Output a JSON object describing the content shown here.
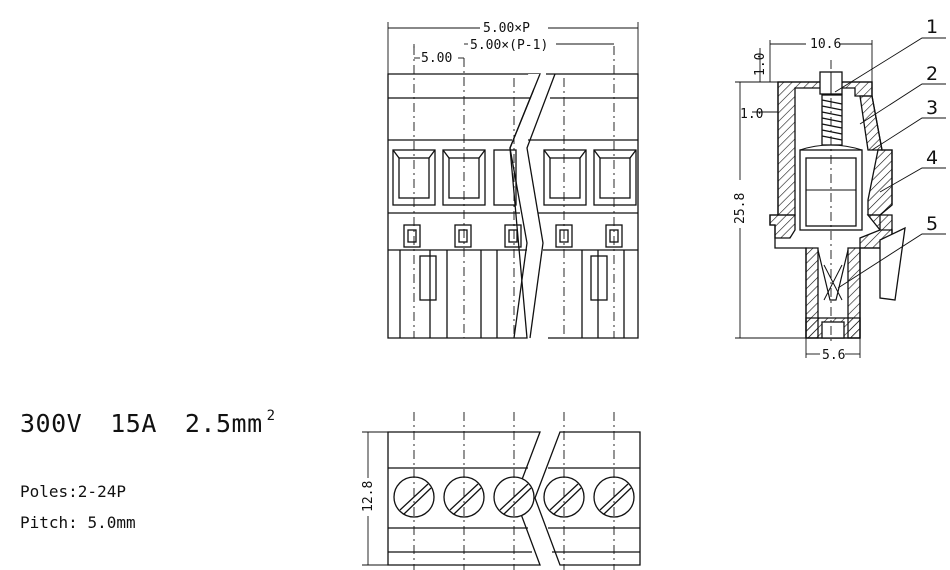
{
  "front_view": {
    "dim_total": "5.00×P",
    "dim_span": "5.00×(P-1)",
    "dim_pitch": "5.00"
  },
  "side_view": {
    "dim_width": "10.6",
    "dim_top_1": "1.0",
    "dim_top_2": "1.0",
    "dim_height": "25.8",
    "dim_bottom": "5.6",
    "callouts": [
      "1",
      "2",
      "3",
      "4",
      "5"
    ]
  },
  "top_view": {
    "dim_depth": "12.8"
  },
  "specs": {
    "voltage": "300V",
    "current": "15A",
    "wire_size": "2.5mm",
    "wire_size_exp": "2",
    "poles": "Poles:2-24P",
    "pitch_label": "Pitch:",
    "pitch_value": "5.0mm"
  }
}
